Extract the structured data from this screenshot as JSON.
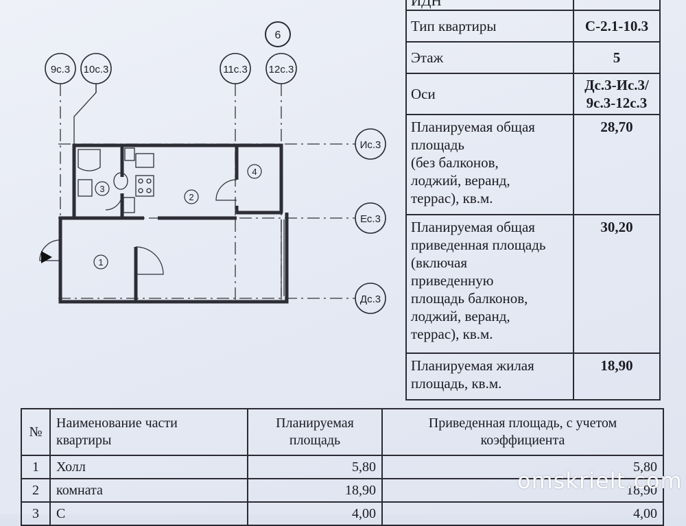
{
  "plan": {
    "axes": {
      "vertical": [
        "9с.3",
        "10с.3",
        "11с.3",
        "12с.3"
      ],
      "horizontal": [
        "Ис.3",
        "Ес.3",
        "Дс.3"
      ],
      "section": "6"
    },
    "rooms": [
      "1",
      "2",
      "3",
      "4"
    ]
  },
  "info_table": {
    "rows": [
      {
        "label": "ИДН",
        "value": ""
      },
      {
        "label": "Тип квартиры",
        "value": "С-2.1-10.3"
      },
      {
        "label": "Этаж",
        "value": "5"
      },
      {
        "label": "Оси",
        "value_lines": [
          "Дс.3-Ис.3/",
          "9с.3-12с.3"
        ]
      },
      {
        "label_lines": [
          "Планируемая общая",
          "площадь",
          "(без балконов,",
          "лоджий, веранд,",
          "террас), кв.м."
        ],
        "value": "28,70"
      },
      {
        "label_lines": [
          "Планируемая общая",
          "приведенная площадь",
          "(включая",
          "приведенную",
          "площадь балконов,",
          "лоджий, веранд,",
          "террас), кв.м."
        ],
        "value": "30,20"
      },
      {
        "label_lines": [
          "Планируемая жилая",
          "площадь, кв.м."
        ],
        "value": "18,90"
      }
    ]
  },
  "parts_table": {
    "headers": {
      "num": "№",
      "name_lines": [
        "Наименование части",
        "квартиры"
      ],
      "area_lines": [
        "Планируемая",
        "площадь"
      ],
      "reduced_lines": [
        "Приведенная площадь, с учетом",
        "коэффициента"
      ]
    },
    "rows": [
      {
        "num": "1",
        "name": "Холл",
        "area": "5,80",
        "reduced": "5,80"
      },
      {
        "num": "2",
        "name": "комната",
        "area": "18,90",
        "reduced": "18,90"
      },
      {
        "num": "3",
        "name": "С",
        "area": "4,00",
        "reduced": "4,00"
      }
    ]
  },
  "watermark": "omskrielt.com"
}
